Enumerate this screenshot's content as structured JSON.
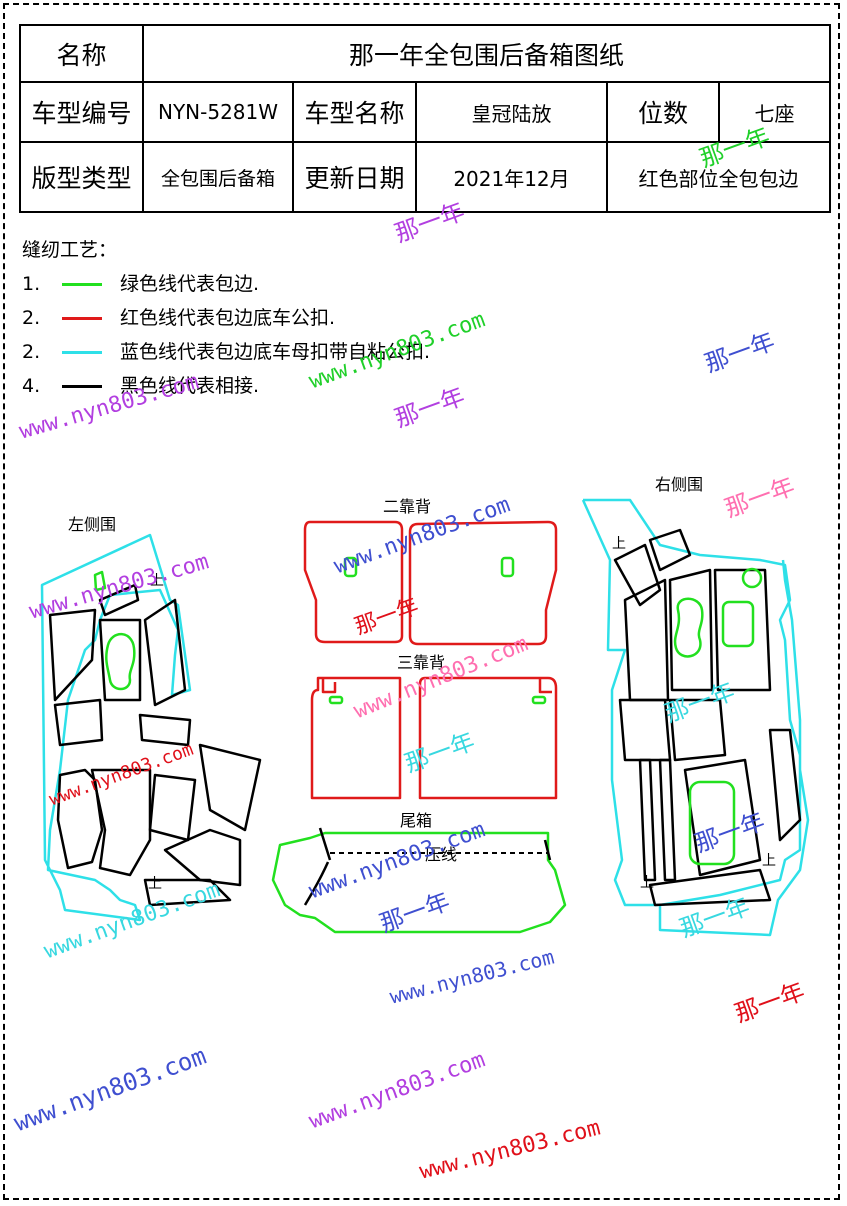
{
  "table": {
    "r1": {
      "label": "名称",
      "value": "那一年全包围后备箱图纸"
    },
    "r2": {
      "label1": "车型编号",
      "value1": "NYN-5281W",
      "label2": "车型名称",
      "value2": "皇冠陆放",
      "label3": "位数",
      "value3": "七座"
    },
    "r3": {
      "label1": "版型类型",
      "value1": "全包围后备箱",
      "label2": "更新日期",
      "value2": "2021年12月",
      "value3": "红色部位全包包边"
    }
  },
  "legend": {
    "title": "缝纫工艺：",
    "items": [
      {
        "num": "1.",
        "color": "#22e01f",
        "text": "绿色线代表包边."
      },
      {
        "num": "2.",
        "color": "#e01a1a",
        "text": "红色线代表包边底车公扣."
      },
      {
        "num": "2.",
        "color": "#2ee0e8",
        "text": "蓝色线代表包边底车母扣带自粘公扣."
      },
      {
        "num": "4.",
        "color": "#000000",
        "text": "黑色线代表相接."
      }
    ]
  },
  "parts": {
    "left": "左侧围",
    "right": "右侧围",
    "seat2": "二靠背",
    "seat3": "三靠背",
    "trunk": "尾箱",
    "press": "压线",
    "up": "上"
  },
  "watermarks": {
    "url": "www.nyn803.com",
    "brand": "那一年"
  },
  "colors": {
    "green": "#22e01f",
    "red": "#e01a1a",
    "cyan": "#2ee0e8",
    "black": "#000000",
    "wm_purple": "#b23fe0",
    "wm_red": "#e0101a",
    "wm_green": "#20d02a",
    "wm_blue": "#3f4fd0",
    "wm_cyan": "#38d8e0",
    "wm_pink": "#ff6fb0"
  }
}
